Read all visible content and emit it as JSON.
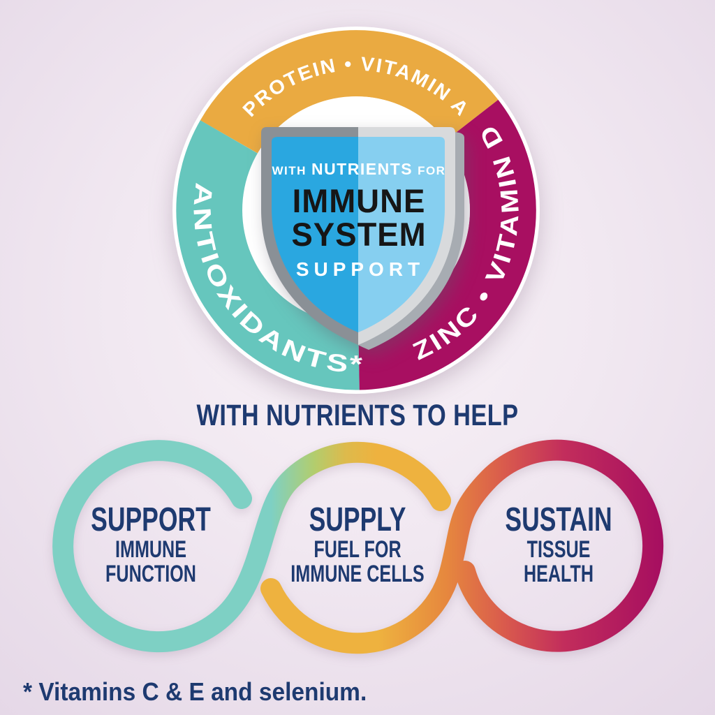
{
  "title": "Immune system support infographic",
  "colors": {
    "background_center": "#f7f1f6",
    "background_edge": "#e5d8e7",
    "arc_orange": "#eaaa41",
    "arc_teal": "#66c6bd",
    "arc_magenta": "#a80f61",
    "shield_gray_left": "#8a9096",
    "shield_gray_right": "#d8dadc",
    "shield_blue_left": "#2aa7e0",
    "shield_blue_right": "#86cff0",
    "ribbon_teal": "#7ed0c4",
    "ribbon_gold": "#eeb23f",
    "ribbon_orange": "#e6883e",
    "ribbon_red": "#d95a4d",
    "ribbon_magenta": "#a60e60",
    "text_navy": "#1e3a70",
    "text_white": "#ffffff",
    "text_black": "#161616"
  },
  "badge": {
    "arc_top_label": "PROTEIN • VITAMIN A",
    "arc_left_label": "ANTIOXIDANTS*",
    "arc_right_label": "ZINC • VITAMIN D",
    "shield": {
      "eyebrow_pre": "WITH",
      "eyebrow_main": "NUTRIENTS",
      "eyebrow_post": "FOR",
      "title_line1": "IMMUNE",
      "title_line2": "SYSTEM",
      "subtitle": "SUPPORT"
    }
  },
  "section_heading": "WITH NUTRIENTS TO HELP",
  "loops": [
    {
      "title": "SUPPORT",
      "subtitle_line1": "IMMUNE",
      "subtitle_line2": "FUNCTION"
    },
    {
      "title": "SUPPLY",
      "subtitle_line1": "FUEL FOR",
      "subtitle_line2": "IMMUNE CELLS"
    },
    {
      "title": "SUSTAIN",
      "subtitle_line1": "TISSUE",
      "subtitle_line2": "HEALTH"
    }
  ],
  "footnote": "* Vitamins C & E and selenium."
}
